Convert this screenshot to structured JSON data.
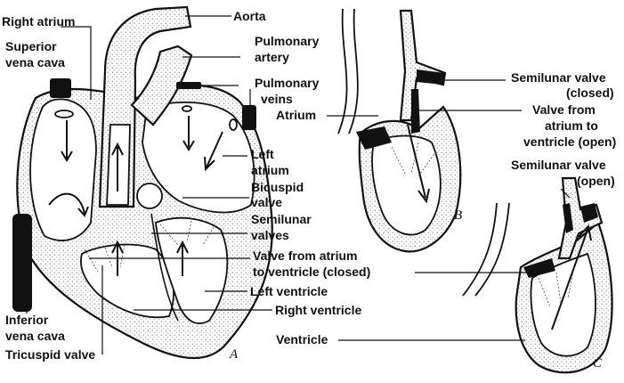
{
  "figure": {
    "panel_letters": {
      "a": "A",
      "b": "B",
      "c": "C"
    },
    "labels_a": {
      "right_atrium": "Right atrium",
      "superior_vena_cava_1": "Superior",
      "superior_vena_cava_2": "vena cava",
      "aorta": "Aorta",
      "pulmonary_artery_1": "Pulmonary",
      "pulmonary_artery_2": "artery",
      "pulmonary_veins_1": "Pulmonary",
      "pulmonary_veins_2": "veins",
      "left_atrium_1": "Left",
      "left_atrium_2": "atrium",
      "bicuspid_1": "Bicuspid",
      "bicuspid_2": "valve",
      "semilunar_1": "Semilunar",
      "semilunar_2": "valves",
      "valve_closed_1": "Valve from atrium",
      "valve_closed_2": "to ventricle (closed)",
      "left_ventricle": "Left ventricle",
      "right_ventricle": "Right ventricle",
      "inferior_1": "Inferior",
      "inferior_2": "vena cava",
      "tricuspid": "Tricuspid valve"
    },
    "labels_b": {
      "atrium": "Atrium",
      "semilunar_closed_1": "Semilunar valve",
      "semilunar_closed_2": "(closed)",
      "valve_open_1": "Valve from",
      "valve_open_2": "atrium to",
      "valve_open_3": "ventricle (open)"
    },
    "labels_c": {
      "semilunar_open_1": "Semilunar valve",
      "semilunar_open_2": "(open)",
      "ventricle": "Ventricle"
    }
  }
}
